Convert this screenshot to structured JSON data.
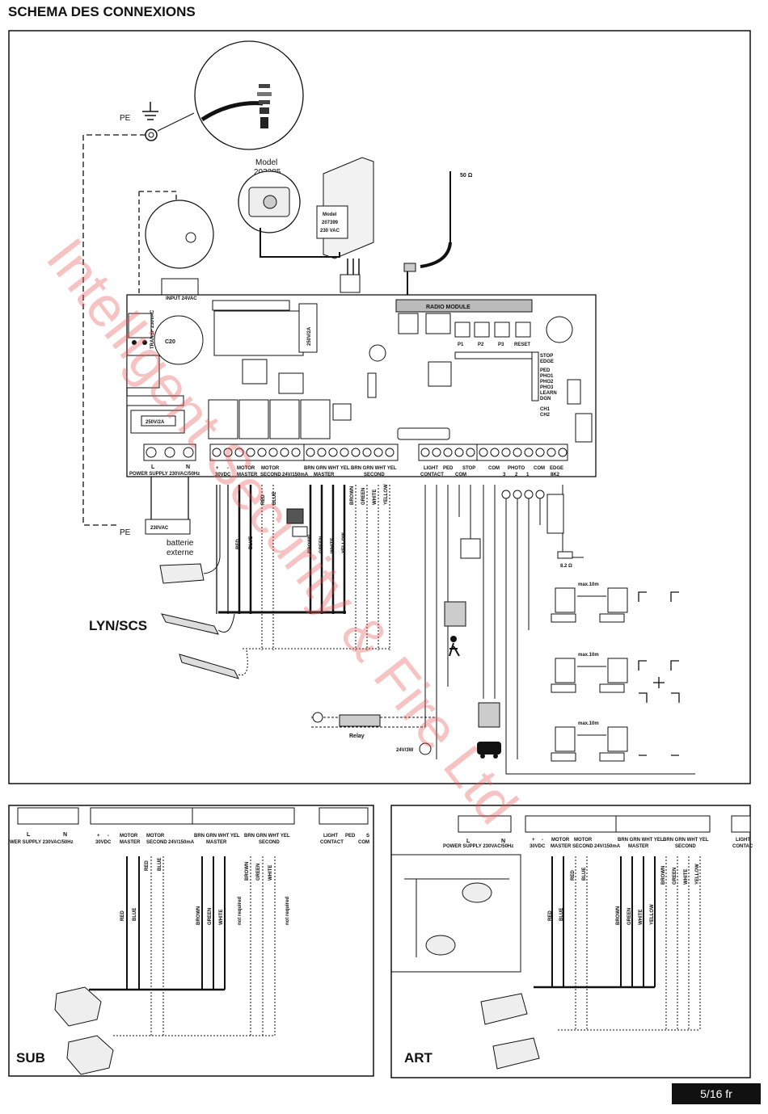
{
  "title": "SCHEMA DES CONNEXIONS",
  "page_number": "5/16 fr",
  "watermark": "Intelligent Security & Fire Ltd",
  "main": {
    "pe_label": "PE",
    "pe_label_bottom": "PE",
    "model_1": "Model",
    "model_1_num": "203285",
    "model_2_lines": [
      "Model",
      "207399",
      "230 VAC"
    ],
    "antenna": "50 Ω",
    "radio_module": "RADIO MODULE",
    "buttons": [
      "P1",
      "P2",
      "P3",
      "RESET"
    ],
    "leds": [
      "STOP",
      "EDGE",
      "PED",
      "PHO1",
      "PHO2",
      "PHO3",
      "LEARN",
      "DGN",
      "CH1",
      "CH2"
    ],
    "input_label": "INPUT 24VAC",
    "transf_label": "TRANSF 230VAC",
    "cap_label": "C20",
    "fuse_1": "250V/2A",
    "fuse_2": "250V/2A",
    "term_l": "L",
    "term_n": "N",
    "power_supply": "POWER SUPPLY 230VAC/50Hz",
    "term_labels_1": [
      "+",
      "-",
      "MOTOR",
      "MOTOR",
      "BRN GRN WHT YEL",
      "BRN GRN WHT YEL"
    ],
    "term_labels_2": [
      "30VDC",
      "MASTER",
      "SECOND",
      "24V/150mA",
      "MASTER",
      "SECOND"
    ],
    "term_labels_3": [
      "LIGHT",
      "PED",
      "STOP",
      "COM",
      "PHOTO",
      "COM",
      "EDGE"
    ],
    "term_labels_4": [
      "CONTACT",
      "COM",
      "3",
      "2",
      "1",
      "8K2"
    ],
    "wire_colors": [
      "RED",
      "BLUE",
      "RED",
      "BLUE",
      "BROWN",
      "GREEN",
      "WHITE",
      "YELLOW",
      "BROWN",
      "GREEN",
      "WHITE",
      "YELLOW"
    ],
    "battery": [
      "batterie",
      "externe"
    ],
    "battery_box": "230VAC",
    "motor_label": "LYN/SCS",
    "relay": "Relay",
    "lamp": "24V/3W",
    "resistor": "8.2 Ω",
    "max_distance": [
      "max.10m",
      "max.10m",
      "max.10m"
    ]
  },
  "sub_panel": {
    "label": "SUB",
    "power_supply": "WER SUPPLY 230VAC/50Hz",
    "terminals_top": [
      "L",
      "N",
      "+",
      "-",
      "MOTOR",
      "MOTOR",
      "BRN GRN WHT YEL",
      "BRN GRN WHT YEL",
      "LIGHT",
      "PED",
      "S"
    ],
    "terminals_bottom": [
      "30VDC",
      "MASTER",
      "SECOND",
      "24V/150mA",
      "MASTER",
      "SECOND",
      "CONTACT",
      "COM"
    ],
    "wires": [
      "RED",
      "BLUE",
      "RED",
      "BLUE",
      "BROWN",
      "GREEN",
      "WHITE",
      "not required",
      "BROWN",
      "GREEN",
      "WHITE",
      "not required"
    ]
  },
  "art_panel": {
    "label": "ART",
    "power_supply": "POWER SUPPLY 230VAC/50Hz",
    "terminals_top": [
      "L",
      "N",
      "+",
      "-",
      "MOTOR",
      "MOTOR",
      "BRN GRN WHT YEL",
      "BRN GRN WHT YEL",
      "LIGHT"
    ],
    "terminals_bottom": [
      "30VDC",
      "MASTER",
      "SECOND",
      "24V/150mA",
      "MASTER",
      "SECOND",
      "CONTAC"
    ],
    "wires": [
      "RED",
      "BLUE",
      "RED",
      "BLUE",
      "BROWN",
      "GREEN",
      "WHITE",
      "YELLOW",
      "BROWN",
      "GREEN",
      "WHITE",
      "YELLOW"
    ]
  }
}
